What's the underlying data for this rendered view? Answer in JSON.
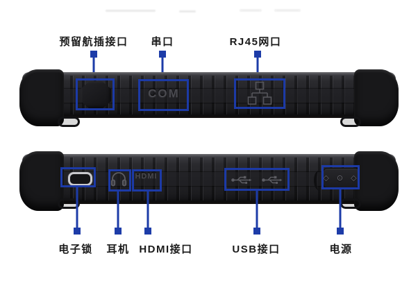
{
  "figure": {
    "accent_color": "#1d3ca8",
    "label_color": "#1a1a1a"
  },
  "top_view": {
    "callouts": [
      {
        "label": "预留航插接口",
        "port": "aviation-plug-cover-port"
      },
      {
        "label": "串口",
        "port": "serial-com-port",
        "embossed_text": "COM"
      },
      {
        "label": "RJ45网口",
        "port": "rj45-ethernet-port"
      }
    ]
  },
  "bottom_view": {
    "callouts": [
      {
        "label": "电子锁",
        "port": "electronic-lock-slot"
      },
      {
        "label": "耳机",
        "port": "headphone-jack"
      },
      {
        "label": "HDMI接口",
        "port": "hdmi-port",
        "embossed_text": "HDMI"
      },
      {
        "label": "USB接口",
        "port": "dual-usb-ports"
      },
      {
        "label": "电源",
        "port": "power-connector",
        "embossed_text": "◇ ⊙ ◇"
      }
    ]
  }
}
